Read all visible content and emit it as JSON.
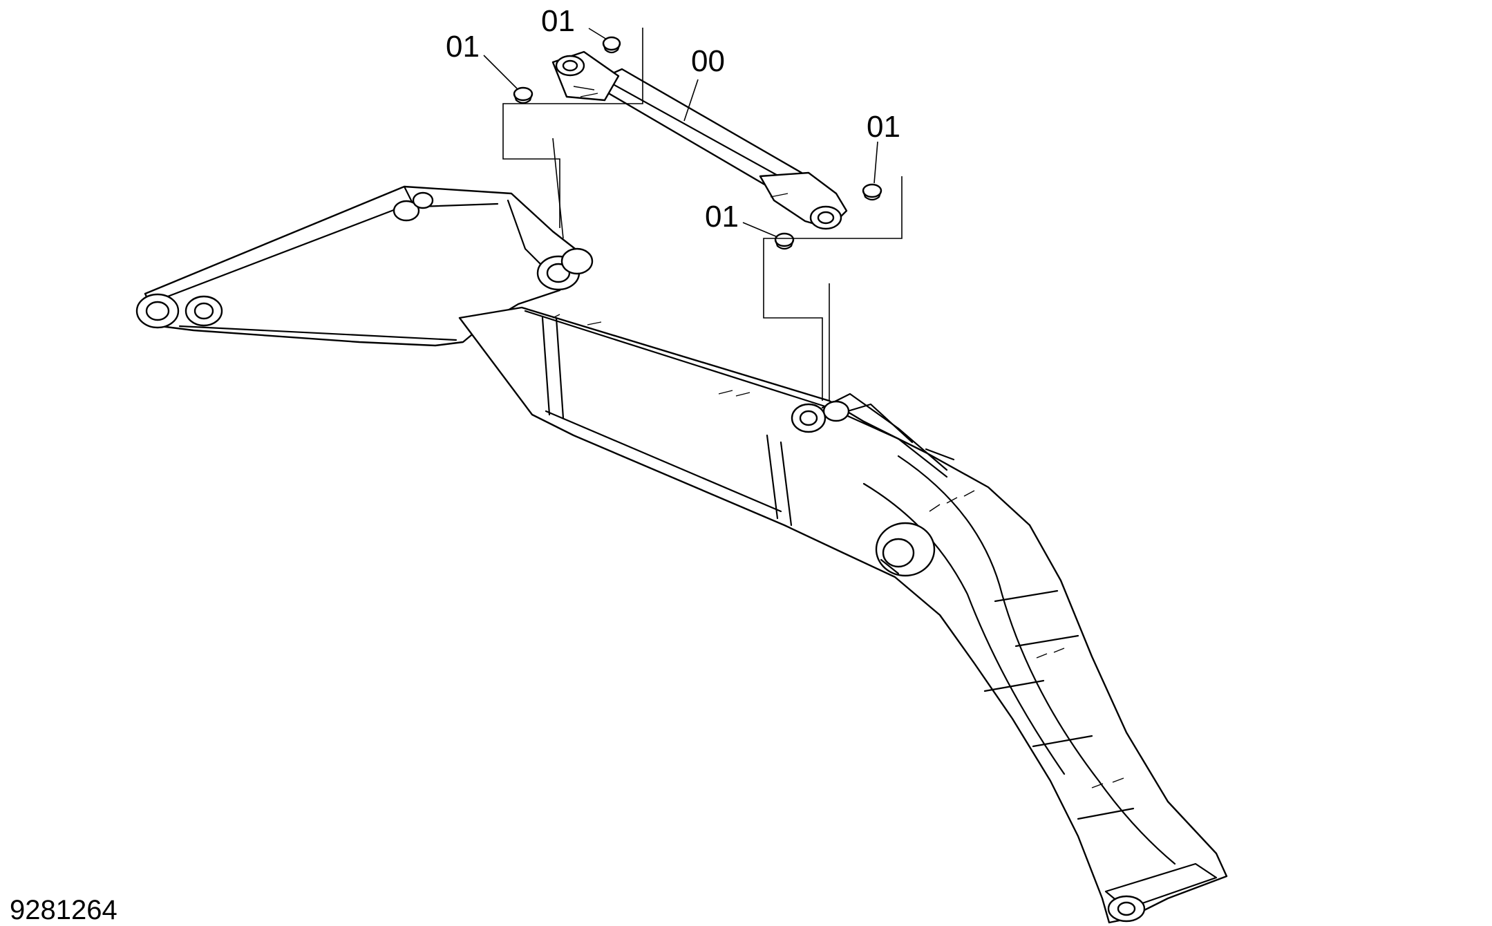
{
  "figure_number": "9281264",
  "callouts": [
    {
      "id": "c-top",
      "text": "01"
    },
    {
      "id": "c-topleft",
      "text": "01"
    },
    {
      "id": "c-cyl",
      "text": "00"
    },
    {
      "id": "c-right",
      "text": "01"
    },
    {
      "id": "c-mid",
      "text": "01"
    }
  ],
  "colors": {
    "line": "#000000",
    "background": "#ffffff"
  }
}
